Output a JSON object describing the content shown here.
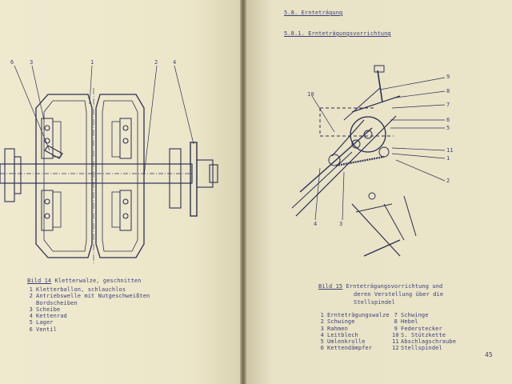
{
  "left_page": {
    "callouts": [
      "6",
      "3",
      "1",
      "2",
      "4"
    ],
    "caption": {
      "ref": "Bild 14",
      "text": "Kletterwalze, geschnitten"
    },
    "legend": [
      {
        "num": "1",
        "text": "Kletterballon, schlauchlos"
      },
      {
        "num": "2",
        "text": "Antriebswelle mit Nutgeschweißten"
      },
      {
        "num": "",
        "text": "Bordscheiben"
      },
      {
        "num": "3",
        "text": "Scheibe"
      },
      {
        "num": "4",
        "text": "Kettenrad"
      },
      {
        "num": "5",
        "text": "Lager"
      },
      {
        "num": "6",
        "text": "Ventil"
      }
    ]
  },
  "right_page": {
    "section": "5.8. Ernteträgung",
    "subsection": "5.8.1. Ernteträgungsvorrichtung",
    "callouts_right": [
      "9",
      "8",
      "7",
      "6",
      "5",
      "11",
      "1",
      "2"
    ],
    "callouts_left": [
      "10",
      "4",
      "3"
    ],
    "caption": {
      "ref": "Bild 15",
      "text": "Ernteträgungsvorrichtung und",
      "text2": "deren Verstellung über die",
      "text3": "Stellspindel"
    },
    "legend_col1": [
      {
        "num": "1",
        "text": "Ernteträgungswalze"
      },
      {
        "num": "2",
        "text": "Schwinge"
      },
      {
        "num": "3",
        "text": "Rahmen"
      },
      {
        "num": "4",
        "text": "Leitblech"
      },
      {
        "num": "5",
        "text": "Umlenkrolle"
      },
      {
        "num": "6",
        "text": "Kettendämpfer"
      }
    ],
    "legend_col2": [
      {
        "num": "7",
        "text": "Schwinge"
      },
      {
        "num": "8",
        "text": "Hebel"
      },
      {
        "num": "9",
        "text": "Federstecker"
      },
      {
        "num": "10",
        "text": "S. Stützkette"
      },
      {
        "num": "11",
        "text": "Abschlagschraube"
      },
      {
        "num": "12",
        "text": "Stellspindel"
      }
    ],
    "page_number": "45"
  }
}
